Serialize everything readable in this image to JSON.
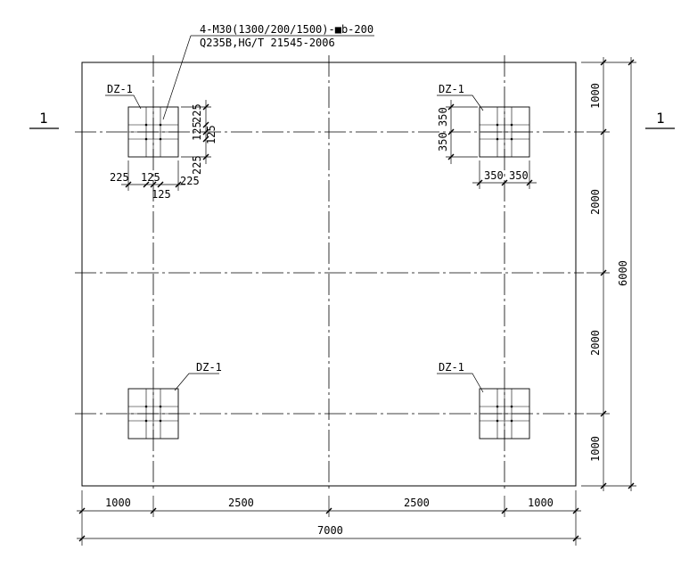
{
  "anchor_bolt_spec": "4-M30(1300/200/1500)-■b-200",
  "steel_standard": "Q235B,HG/T 21545-2006",
  "section_marker": "1",
  "column_label": "DZ-1",
  "plate_detail_left": {
    "vertical_dims": [
      "225",
      "125",
      "125",
      "225"
    ],
    "horizontal_dims": [
      "225",
      "125",
      "125",
      "225"
    ]
  },
  "plate_detail_right": {
    "vertical_dims": [
      "350",
      "350"
    ],
    "horizontal_dims": [
      "350",
      "350"
    ]
  },
  "bottom_dims": [
    "1000",
    "2500",
    "2500",
    "1000"
  ],
  "bottom_total": "7000",
  "right_dims": [
    "1000",
    "2000",
    "2000",
    "1000"
  ],
  "right_total": "6000"
}
